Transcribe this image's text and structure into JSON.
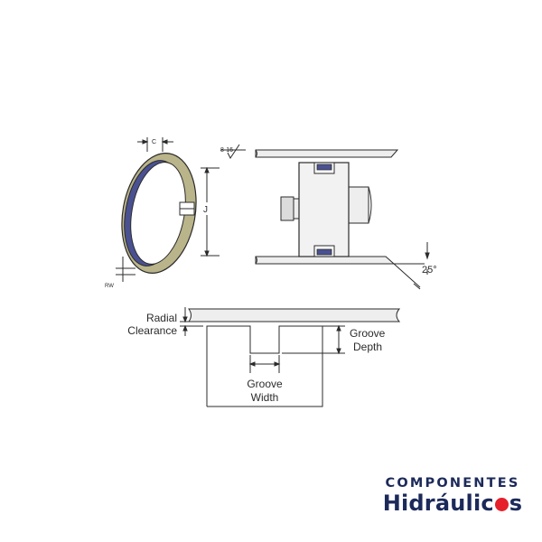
{
  "diagram": {
    "labels": {
      "c": "C",
      "rw": "RW",
      "finish": "8-16",
      "j": "J",
      "angle": "25°",
      "radial_line1": "Radial",
      "radial_line2": "Clearance",
      "groove_depth_line1": "Groove",
      "groove_depth_line2": "Depth",
      "groove_width_line1": "Groove",
      "groove_width_line2": "Width"
    },
    "colors": {
      "ring_outer": "#b9b48a",
      "ring_inner": "#4a5191",
      "line": "#2b2b2b",
      "part_fill": "#eeeeee"
    }
  },
  "logo": {
    "line1": "COMPONENTES",
    "line2_prefix": "Hidráulic",
    "line2_suffix": "s",
    "text_color": "#1c2a5a",
    "accent_color": "#e5202b"
  }
}
